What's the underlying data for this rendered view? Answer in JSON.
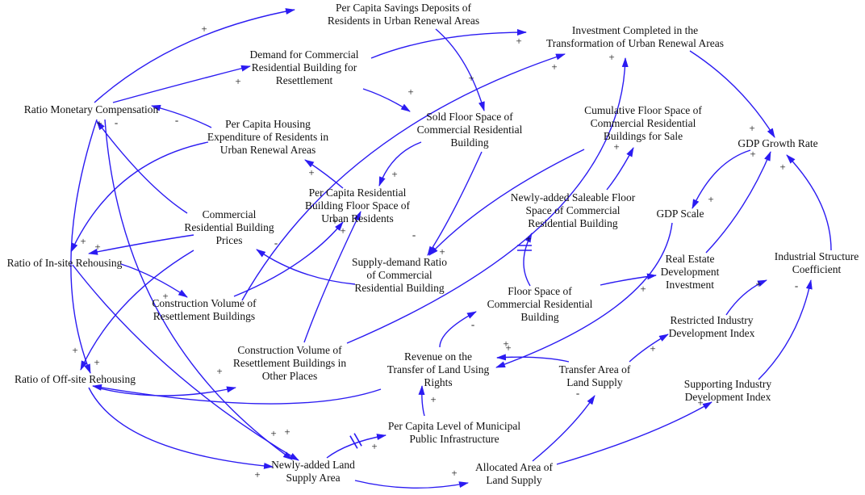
{
  "colors": {
    "arrow": "#2b1bf2",
    "text": "#111111",
    "background": "#ffffff"
  },
  "nodes": {
    "savings": [
      "Per Capita Savings Deposits of",
      "Residents in Urban Renewal Areas"
    ],
    "investment": [
      "Investment Completed in the",
      "Transformation of Urban Renewal Areas"
    ],
    "demand": [
      "Demand for Commercial",
      "Residential Building for",
      "Resettlement"
    ],
    "ratio_monetary": [
      "Ratio Monetary Compensation"
    ],
    "housing_expenditure": [
      "Per Capita Housing",
      "Expenditure of Residents in",
      "Urban Renewal Areas"
    ],
    "sold_floor": [
      "Sold Floor Space of",
      "Commercial Residential",
      "Building"
    ],
    "cumulative_floor": [
      "Cumulative Floor Space of",
      "Commercial Residential",
      "Buildings for Sale"
    ],
    "gdp_growth": [
      "GDP Growth Rate"
    ],
    "per_capita_floor": [
      "Per Capita Residential",
      "Building Floor Space of",
      "Urban Residents"
    ],
    "newly_saleable": [
      "Newly-added Saleable Floor",
      "Space of Commercial",
      "Residential Building"
    ],
    "gdp_scale": [
      "GDP Scale"
    ],
    "prices": [
      "Commercial",
      "Residential Building",
      "Prices"
    ],
    "in_site": [
      "Ratio of In-site Rehousing"
    ],
    "supply_demand": [
      "Supply-demand Ratio",
      "of Commercial",
      "Residential Building"
    ],
    "real_estate": [
      "Real Estate",
      "Development",
      "Investment"
    ],
    "industrial_structure": [
      "Industrial Structure",
      "Coefficient"
    ],
    "construction_resettlement": [
      "Construction Volume of",
      "Resettlement Buildings"
    ],
    "floor_space": [
      "Floor Space of",
      "Commercial Residential",
      "Building"
    ],
    "restricted_industry": [
      "Restricted Industry",
      "Development Index"
    ],
    "construction_other": [
      "Construction Volume of",
      "Resettlement Buildings in",
      "Other Places"
    ],
    "revenue": [
      "Revenue on the",
      "Transfer of Land Using",
      "Rights"
    ],
    "transfer_area": [
      "Transfer Area of",
      "Land Supply"
    ],
    "off_site": [
      "Ratio of Off-site Rehousing"
    ],
    "supporting_industry": [
      "Supporting Industry",
      "Development Index"
    ],
    "municipal": [
      "Per Capita Level of Municipal",
      "Public Infrastructure"
    ],
    "newly_land": [
      "Newly-added Land",
      "Supply Area"
    ],
    "allocated": [
      "Allocated Area of",
      "Land Supply"
    ]
  },
  "links": [
    {
      "from": "ratio_monetary",
      "to": "savings",
      "polarity": "+"
    },
    {
      "from": "ratio_monetary",
      "to": "demand",
      "polarity": "+"
    },
    {
      "from": "ratio_monetary",
      "to": "off_site",
      "polarity": "-"
    },
    {
      "from": "ratio_monetary",
      "to": "newly_land",
      "polarity": "+"
    },
    {
      "from": "housing_expenditure",
      "to": "ratio_monetary",
      "polarity": "-"
    },
    {
      "from": "housing_expenditure",
      "to": "in_site",
      "polarity": "+"
    },
    {
      "from": "prices",
      "to": "ratio_monetary",
      "polarity": "+"
    },
    {
      "from": "prices",
      "to": "in_site",
      "polarity": "+"
    },
    {
      "from": "prices",
      "to": "off_site",
      "polarity": "+"
    },
    {
      "from": "savings",
      "to": "sold_floor",
      "polarity": "+"
    },
    {
      "from": "demand",
      "to": "investment",
      "polarity": "+"
    },
    {
      "from": "demand",
      "to": "sold_floor",
      "polarity": "+"
    },
    {
      "from": "sold_floor",
      "to": "per_capita_floor",
      "polarity": "+"
    },
    {
      "from": "sold_floor",
      "to": "supply_demand",
      "polarity": "-"
    },
    {
      "from": "per_capita_floor",
      "to": "housing_expenditure",
      "polarity": "+"
    },
    {
      "from": "cumulative_floor",
      "to": "supply_demand",
      "polarity": "+"
    },
    {
      "from": "newly_saleable",
      "to": "cumulative_floor",
      "polarity": "+"
    },
    {
      "from": "floor_space",
      "to": "newly_saleable",
      "polarity": "+",
      "delay": true
    },
    {
      "from": "floor_space",
      "to": "real_estate",
      "polarity": "+"
    },
    {
      "from": "supply_demand",
      "to": "prices",
      "polarity": "-"
    },
    {
      "from": "investment",
      "to": "gdp_growth",
      "polarity": "+"
    },
    {
      "from": "gdp_growth",
      "to": "gdp_scale",
      "polarity": "+"
    },
    {
      "from": "gdp_scale",
      "to": "revenue",
      "polarity": "+"
    },
    {
      "from": "real_estate",
      "to": "gdp_growth",
      "polarity": "+"
    },
    {
      "from": "industrial_structure",
      "to": "gdp_growth",
      "polarity": "+"
    },
    {
      "from": "restricted_industry",
      "to": "industrial_structure",
      "polarity": "+"
    },
    {
      "from": "supporting_industry",
      "to": "industrial_structure",
      "polarity": "-"
    },
    {
      "from": "in_site",
      "to": "construction_resettlement",
      "polarity": "+"
    },
    {
      "from": "in_site",
      "to": "newly_land",
      "polarity": "+"
    },
    {
      "from": "construction_resettlement",
      "to": "per_capita_floor",
      "polarity": "+"
    },
    {
      "from": "construction_resettlement",
      "to": "investment",
      "polarity": "+"
    },
    {
      "from": "construction_other",
      "to": "per_capita_floor",
      "polarity": "+"
    },
    {
      "from": "construction_other",
      "to": "investment",
      "polarity": "+"
    },
    {
      "from": "off_site",
      "to": "construction_other",
      "polarity": "+"
    },
    {
      "from": "off_site",
      "to": "newly_land",
      "polarity": "+"
    },
    {
      "from": "revenue",
      "to": "floor_space",
      "polarity": "-"
    },
    {
      "from": "revenue",
      "to": "off_site",
      "polarity": "+"
    },
    {
      "from": "transfer_area",
      "to": "revenue",
      "polarity": "+"
    },
    {
      "from": "transfer_area",
      "to": "restricted_industry",
      "polarity": "+"
    },
    {
      "from": "municipal",
      "to": "revenue",
      "polarity": "+"
    },
    {
      "from": "newly_land",
      "to": "municipal",
      "polarity": "+",
      "delay": true
    },
    {
      "from": "newly_land",
      "to": "allocated",
      "polarity": "+"
    },
    {
      "from": "allocated",
      "to": "transfer_area",
      "polarity": "-"
    },
    {
      "from": "allocated",
      "to": "supporting_industry",
      "polarity": "+"
    }
  ]
}
